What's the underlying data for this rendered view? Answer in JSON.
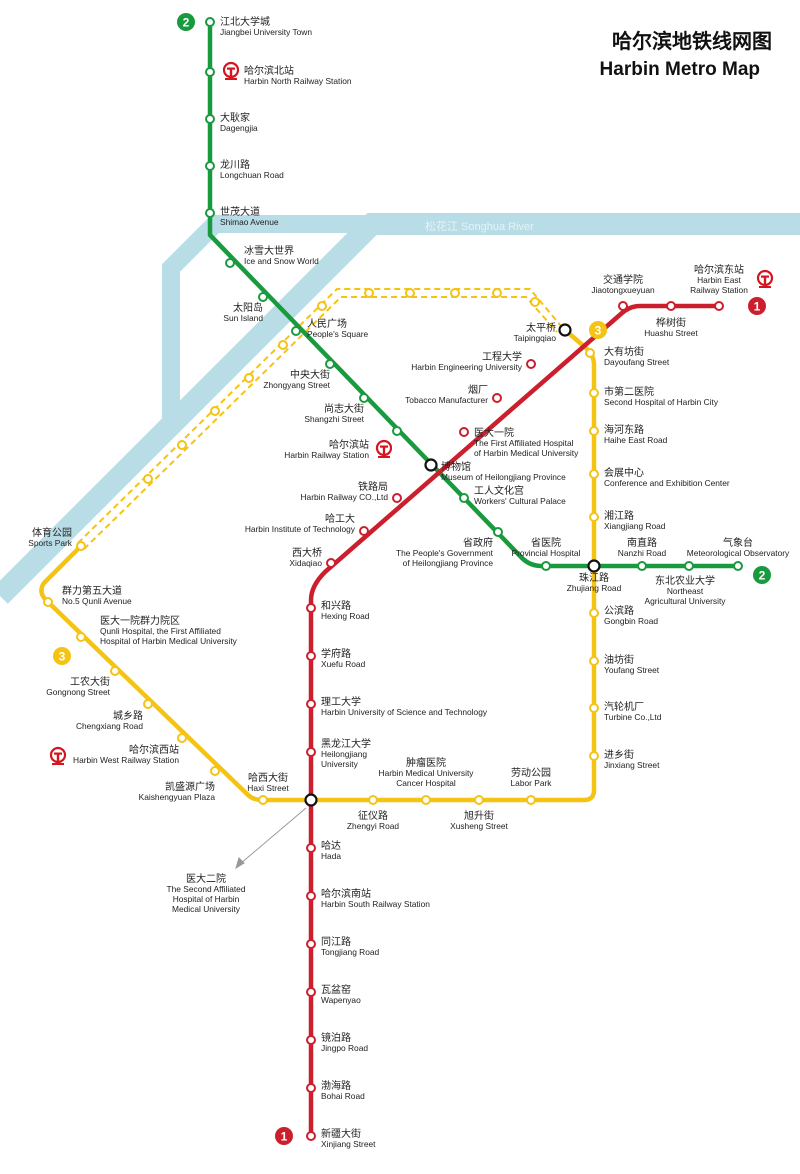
{
  "title": {
    "cn": "哈尔滨地铁线网图",
    "en": "Harbin Metro Map"
  },
  "river": {
    "label": "松花江  Songhua River",
    "color": "#b8dde6"
  },
  "annotation": {
    "cn": "医大二院",
    "en": [
      "The Second Affiliated",
      "Hospital of Harbin",
      "Medical University"
    ]
  },
  "lines": {
    "green": {
      "badge": "2",
      "color": "#1a9a3e",
      "stations": [
        {
          "cn": "江北大学城",
          "en": [
            "Jiangbei University Town"
          ]
        },
        {
          "cn": "哈尔滨北站",
          "en": [
            "Harbin North Railway Station"
          ],
          "railway": true
        },
        {
          "cn": "大耿家",
          "en": [
            "Dagengjia"
          ]
        },
        {
          "cn": "龙川路",
          "en": [
            "Longchuan Road"
          ]
        },
        {
          "cn": "世茂大道",
          "en": [
            "Shimao Avenue"
          ]
        },
        {
          "cn": "冰雪大世界",
          "en": [
            "Ice and Snow World"
          ]
        },
        {
          "cn": "太阳岛",
          "en": [
            "Sun Island"
          ]
        },
        {
          "cn": "人民广场",
          "en": [
            "People's Square"
          ]
        },
        {
          "cn": "中央大街",
          "en": [
            "Zhongyang Street"
          ]
        },
        {
          "cn": "尚志大街",
          "en": [
            "Shangzhi Street"
          ]
        },
        {
          "cn": "哈尔滨站",
          "en": [
            "Harbin Railway Station"
          ],
          "railway": true
        },
        {
          "cn": "博物馆",
          "en": [
            "Museum of Heilongjiang Province"
          ]
        },
        {
          "cn": "工人文化宫",
          "en": [
            "Workers' Cultural Palace"
          ]
        },
        {
          "cn": "省政府",
          "en": [
            "The People's Government",
            "of Heilongjiang Province"
          ]
        },
        {
          "cn": "省医院",
          "en": [
            "Provincial Hospital"
          ]
        },
        {
          "cn": "珠江路",
          "en": [
            "Zhujiang Road"
          ]
        },
        {
          "cn": "南直路",
          "en": [
            "Nanzhi Road"
          ]
        },
        {
          "cn": "东北农业大学",
          "en": [
            "Northeast",
            "Agricultural University"
          ]
        },
        {
          "cn": "气象台",
          "en": [
            "Meteorological Observatory"
          ]
        }
      ]
    },
    "red": {
      "badge": "1",
      "color": "#cc1f2d",
      "stations": [
        {
          "cn": "哈尔滨东站",
          "en": [
            "Harbin East",
            "Railway Station"
          ],
          "railway": true
        },
        {
          "cn": "桦树街",
          "en": [
            "Huashu Street"
          ]
        },
        {
          "cn": "交通学院",
          "en": [
            "Jiaotongxueyuan"
          ]
        },
        {
          "cn": "太平桥",
          "en": [
            "Taipingqiao"
          ]
        },
        {
          "cn": "工程大学",
          "en": [
            "Harbin Engineering University"
          ]
        },
        {
          "cn": "烟厂",
          "en": [
            "Tobacco Manufacturer"
          ]
        },
        {
          "cn": "医大一院",
          "en": [
            "The First Affiliated Hospital",
            "of Harbin Medical University"
          ]
        },
        {
          "cn": "铁路局",
          "en": [
            "Harbin Railway CO.,Ltd"
          ]
        },
        {
          "cn": "哈工大",
          "en": [
            "Harbin Institute of Technology"
          ]
        },
        {
          "cn": "西大桥",
          "en": [
            "Xidaqiao"
          ]
        },
        {
          "cn": "和兴路",
          "en": [
            "Hexing Road"
          ]
        },
        {
          "cn": "学府路",
          "en": [
            "Xuefu Road"
          ]
        },
        {
          "cn": "理工大学",
          "en": [
            "Harbin University of Science and Technology"
          ]
        },
        {
          "cn": "黑龙江大学",
          "en": [
            "Heilongjiang",
            "University"
          ]
        },
        {
          "cn": "哈达",
          "en": [
            "Hada"
          ]
        },
        {
          "cn": "哈尔滨南站",
          "en": [
            "Harbin South Railway Station"
          ]
        },
        {
          "cn": "同江路",
          "en": [
            "Tongjiang Road"
          ]
        },
        {
          "cn": "瓦盆窑",
          "en": [
            "Wapenyao"
          ]
        },
        {
          "cn": "镜泊路",
          "en": [
            "Jingpo Road"
          ]
        },
        {
          "cn": "渤海路",
          "en": [
            "Bohai Road"
          ]
        },
        {
          "cn": "新疆大街",
          "en": [
            "Xinjiang Street"
          ]
        }
      ]
    },
    "yellow": {
      "badge": "3",
      "color": "#f5c314",
      "stations": [
        {
          "cn": "体育公园",
          "en": [
            "Sports Park"
          ]
        },
        {
          "cn": "群力第五大道",
          "en": [
            "No.5 Qunli Avenue"
          ]
        },
        {
          "cn": "医大一院群力院区",
          "en": [
            "Qunli Hospital, the First Affiliated",
            "Hospital of Harbin Medical University"
          ]
        },
        {
          "cn": "工农大街",
          "en": [
            "Gongnong Street"
          ]
        },
        {
          "cn": "城乡路",
          "en": [
            "Chengxiang Road"
          ]
        },
        {
          "cn": "哈尔滨西站",
          "en": [
            "Harbin West Railway Station"
          ],
          "railway": true
        },
        {
          "cn": "凯盛源广场",
          "en": [
            "Kaishengyuan Plaza"
          ]
        },
        {
          "cn": "哈西大街",
          "en": [
            "Haxi Street"
          ]
        },
        {
          "cn": "征仪路",
          "en": [
            "Zhengyi Road"
          ]
        },
        {
          "cn": "肿瘤医院",
          "en": [
            "Harbin Medical University",
            "Cancer Hospital"
          ]
        },
        {
          "cn": "旭升街",
          "en": [
            "Xusheng Street"
          ]
        },
        {
          "cn": "劳动公园",
          "en": [
            "Labor Park"
          ]
        },
        {
          "cn": "进乡街",
          "en": [
            "Jinxiang Street"
          ]
        },
        {
          "cn": "汽轮机厂",
          "en": [
            "Turbine Co.,Ltd"
          ]
        },
        {
          "cn": "油坊街",
          "en": [
            "Youfang Street"
          ]
        },
        {
          "cn": "公滨路",
          "en": [
            "Gongbin Road"
          ]
        },
        {
          "cn": "湘江路",
          "en": [
            "Xiangjiang Road"
          ]
        },
        {
          "cn": "会展中心",
          "en": [
            "Conference and Exhibition Center"
          ]
        },
        {
          "cn": "海河东路",
          "en": [
            "Haihe East Road"
          ]
        },
        {
          "cn": "市第二医院",
          "en": [
            "Second Hospital of Harbin City"
          ]
        },
        {
          "cn": "大有坊街",
          "en": [
            "Dayoufang Street"
          ]
        }
      ]
    }
  }
}
